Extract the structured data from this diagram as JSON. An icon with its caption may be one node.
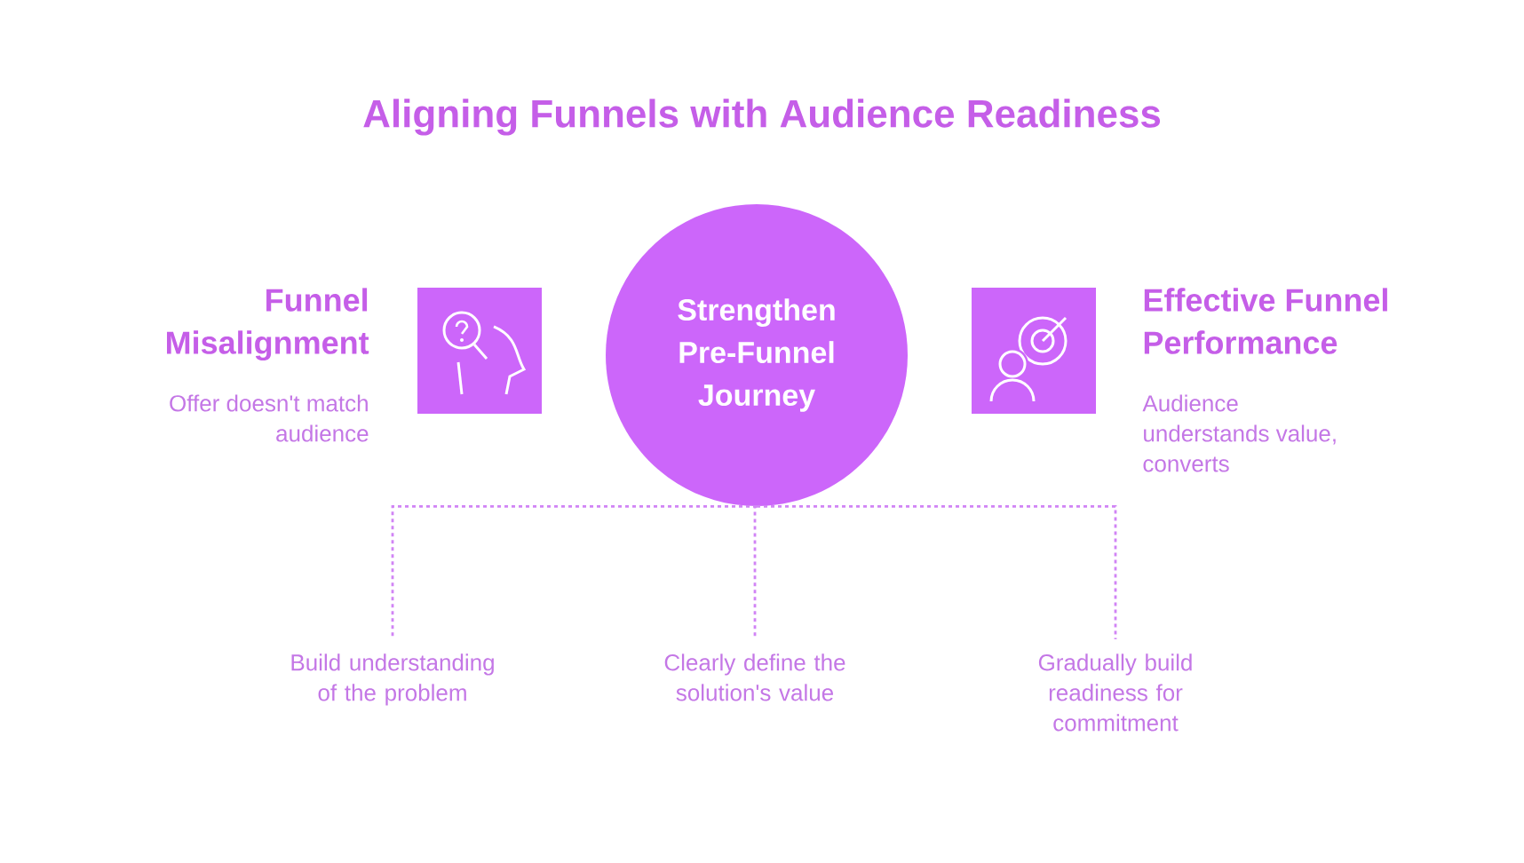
{
  "diagram": {
    "title": "Aligning Funnels with Audience Readiness",
    "nodes": [
      {
        "text": [
          "Funnel Misalignment",
          "Offer doesn't match audience"
        ]
      },
      {
        "text": [
          "Strengthen Pre-Funnel Journey"
        ]
      },
      {
        "text": [
          "Effective Funnel Performance",
          "Audience understands value, converts"
        ]
      },
      {
        "text": [
          "Build understanding of the problem"
        ]
      },
      {
        "text": [
          "Clearly define the solution's value"
        ]
      },
      {
        "text": [
          "Gradually build readiness for commitment"
        ]
      }
    ],
    "edges": [
      {
        "from": 1,
        "to": 3,
        "arrow": "none",
        "style": "dashed"
      },
      {
        "from": 1,
        "to": 4,
        "arrow": "none",
        "style": "dashed"
      },
      {
        "from": 1,
        "to": 5,
        "arrow": "none",
        "style": "dashed"
      }
    ]
  }
}
